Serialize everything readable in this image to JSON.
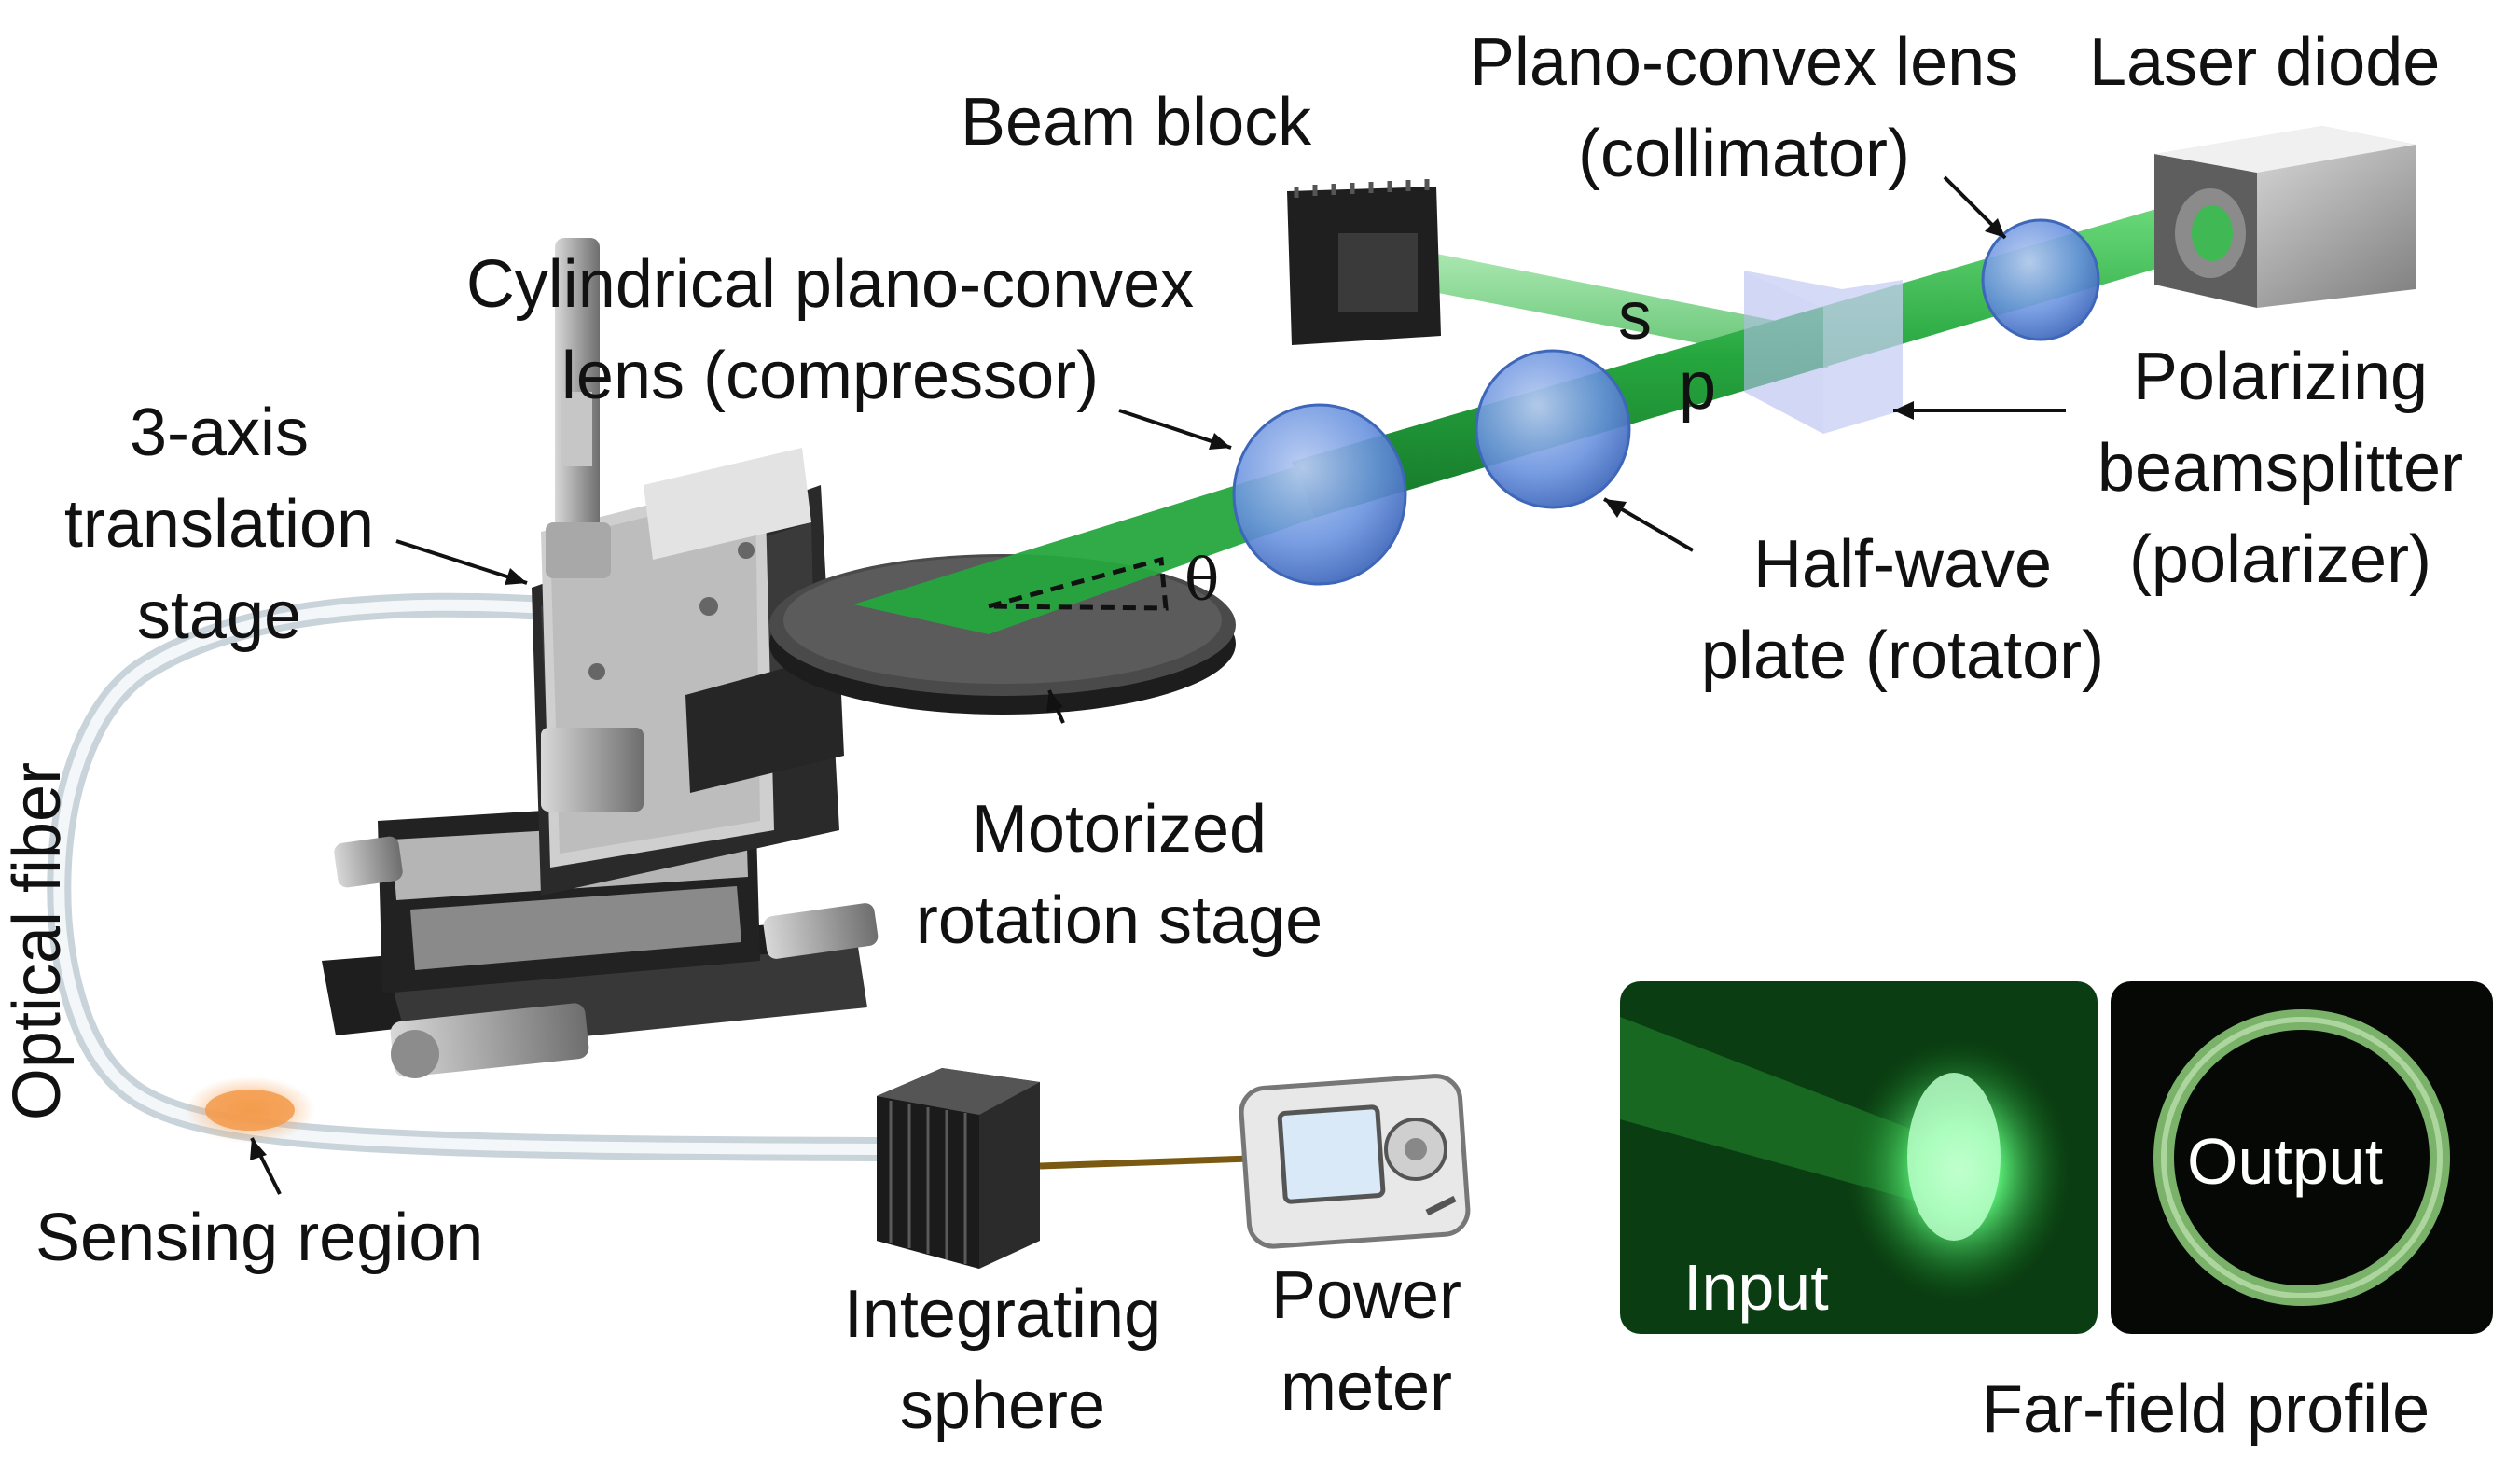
{
  "labels": {
    "beam_block": "Beam block",
    "plano_convex_line1": "Plano-convex lens",
    "plano_convex_line2": "(collimator)",
    "laser_diode": "Laser diode",
    "cylindrical_line1": "Cylindrical plano-convex",
    "cylindrical_line2": "lens (compressor)",
    "translation_line1": "3-axis",
    "translation_line2": "translation",
    "translation_line3": "stage",
    "polarizing_line1": "Polarizing",
    "polarizing_line2": "beamsplitter",
    "polarizing_line3": "(polarizer)",
    "halfwave_line1": "Half-wave",
    "halfwave_line2": "plate (rotator)",
    "motorized_line1": "Motorized",
    "motorized_line2": "rotation stage",
    "optical_fiber": "Optical fiber",
    "sensing_region": "Sensing region",
    "integrating_line1": "Integrating",
    "integrating_line2": "sphere",
    "power_line1": "Power",
    "power_line2": "meter",
    "far_field": "Far-field profile",
    "beam_s": "s",
    "beam_p": "p",
    "theta": "θ"
  },
  "insets": {
    "input": "Input",
    "output": "Output"
  },
  "colors": {
    "beam_green": "#2bb34a",
    "lens_blue": "#5a86d8",
    "sensing_orange": "#f39a4a",
    "stage_dark": "#2a2a2a"
  }
}
